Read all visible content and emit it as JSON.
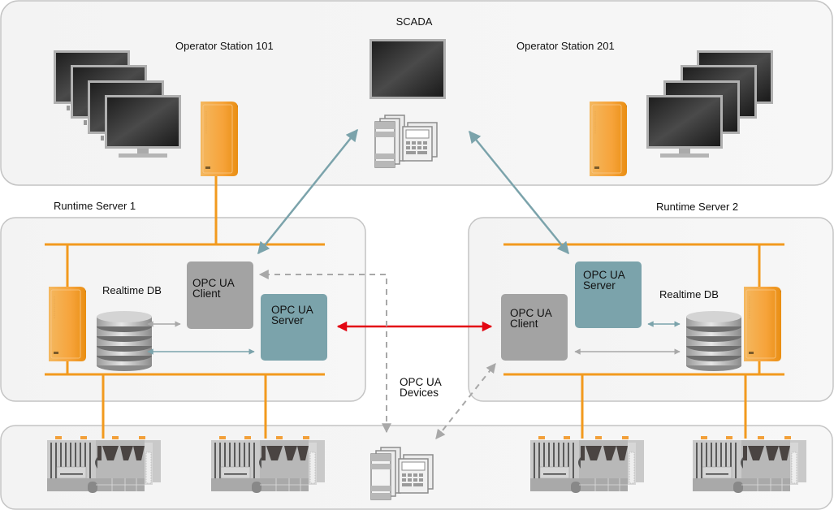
{
  "zones": {
    "operator_level": {
      "label": ""
    },
    "runtime_server_1": {
      "label": "Runtime  Server  1"
    },
    "runtime_server_2": {
      "label": "Runtime  Server  2"
    },
    "field_level": {
      "label": ""
    }
  },
  "operator_station_101": {
    "label": "Operator  Station  101"
  },
  "operator_station_201": {
    "label": "Operator  Station  201"
  },
  "scada": {
    "label": "SCADA"
  },
  "server1": {
    "realtime_db": "Realtime  DB",
    "client": {
      "line1": "OPC  UA",
      "line2": "Client"
    },
    "server": {
      "line1": "OPC  UA",
      "line2": "Server"
    }
  },
  "server2": {
    "realtime_db": "Realtime  DB",
    "client": {
      "line1": "OPC  UA",
      "line2": "Client"
    },
    "server": {
      "line1": "OPC  UA",
      "line2": "Server"
    }
  },
  "devices": {
    "line1": "OPC  UA",
    "line2": "Devices"
  },
  "colors": {
    "bus": "#f29a1e",
    "opc_client": "#a3a3a3",
    "opc_server": "#7ba3ab",
    "link_teal": "#7ba3ab",
    "link_red": "#e30613",
    "link_gray": "#a8a8a8"
  }
}
